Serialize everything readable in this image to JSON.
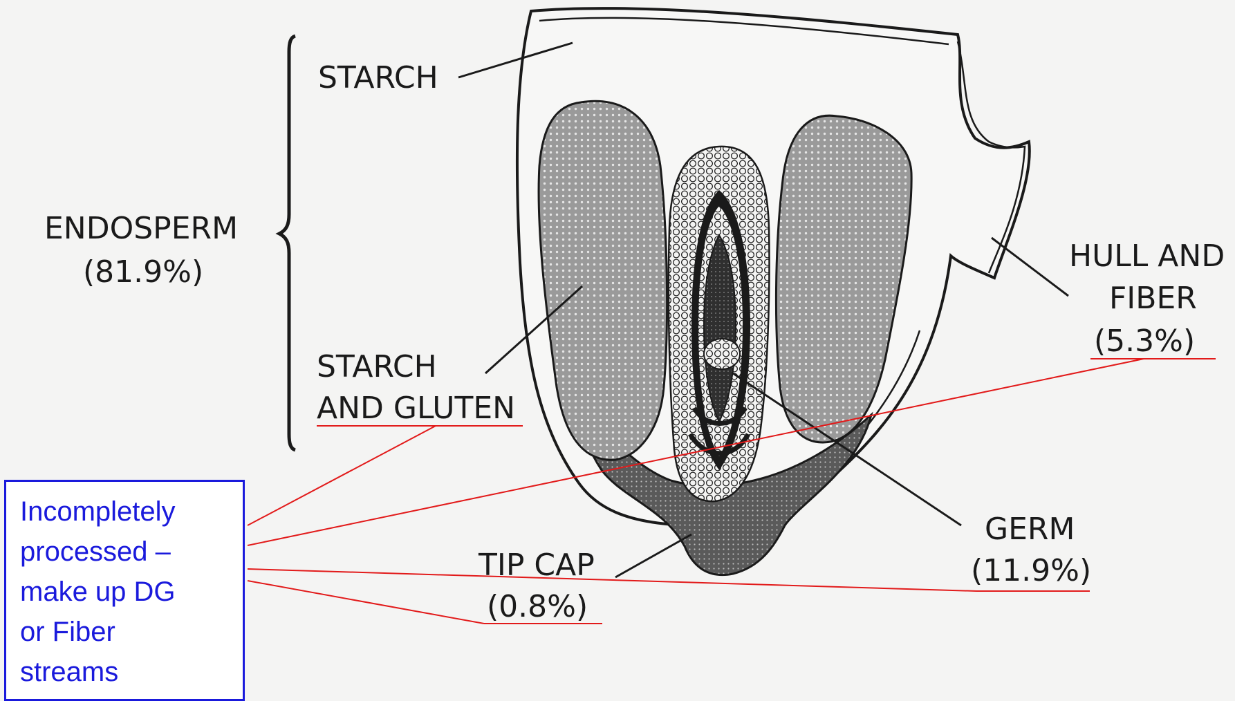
{
  "labels": {
    "starch": "STARCH",
    "endosperm": "ENDOSPERM",
    "endosperm_pct": "(81.9%)",
    "starch_gluten_1": "STARCH",
    "starch_gluten_2": "AND GLUTEN",
    "hull_1": "HULL AND",
    "hull_2": "FIBER",
    "hull_pct": "(5.3%)",
    "germ": "GERM",
    "germ_pct": "(11.9%)",
    "tip_cap": "TIP CAP",
    "tip_cap_pct": "(0.8%)"
  },
  "note": {
    "lines": [
      "Incompletely",
      "processed –",
      "make up DG",
      "or Fiber",
      "streams"
    ]
  },
  "colors": {
    "annotation_red": "#e21a1a",
    "annotation_blue": "#1a1adc",
    "ink": "#1a1a1a",
    "background": "#f4f4f3"
  }
}
